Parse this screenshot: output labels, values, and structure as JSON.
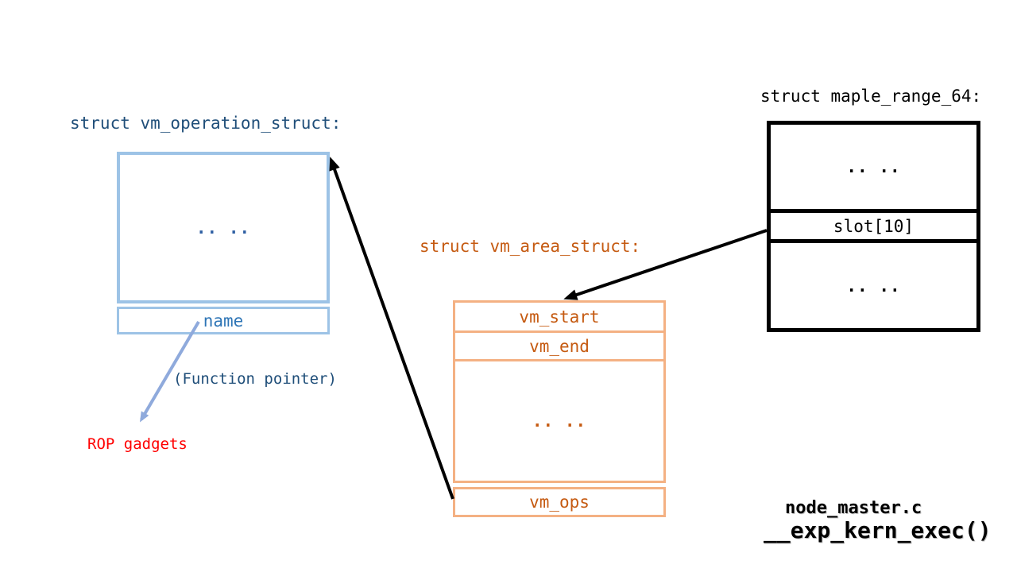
{
  "page": {
    "background": "#FFFFFF"
  },
  "left_struct": {
    "title": "struct vm_operation_struct:",
    "body_dots": ".. ..",
    "name_field": "name",
    "title_color": "#1F4E79",
    "field_text_color": "#2E75B6",
    "border_color": "#9DC3E6"
  },
  "mid_struct": {
    "title": "struct vm_area_struct:",
    "fields": [
      "vm_start",
      "vm_end"
    ],
    "body_dots": ".. ..",
    "ops_field": "vm_ops",
    "text_color": "#C55A11",
    "border_color": "#F4B183"
  },
  "right_struct": {
    "title": "struct maple_range_64:",
    "top_dots": ".. ..",
    "slot_field": "slot[10]",
    "bottom_dots": ".. ..",
    "text_color": "#000000",
    "border_color": "#000000"
  },
  "annotations": {
    "function_pointer_label": "(Function pointer)",
    "function_pointer_color": "#1F4E79",
    "rop_gadgets_label": "ROP gadgets",
    "rop_gadgets_color": "#FF0000",
    "source_file": "node_master.c",
    "source_function": "__exp_kern_exec()"
  },
  "arrows": [
    {
      "from": "maple_range_64 slot[10]",
      "to": "vm_area_struct",
      "color": "#000000"
    },
    {
      "from": "vm_area_struct vm_ops",
      "to": "vm_operation_struct",
      "color": "#000000"
    },
    {
      "from": "vm_operation_struct name",
      "to": "ROP gadgets",
      "color": "#8FAADC"
    }
  ]
}
